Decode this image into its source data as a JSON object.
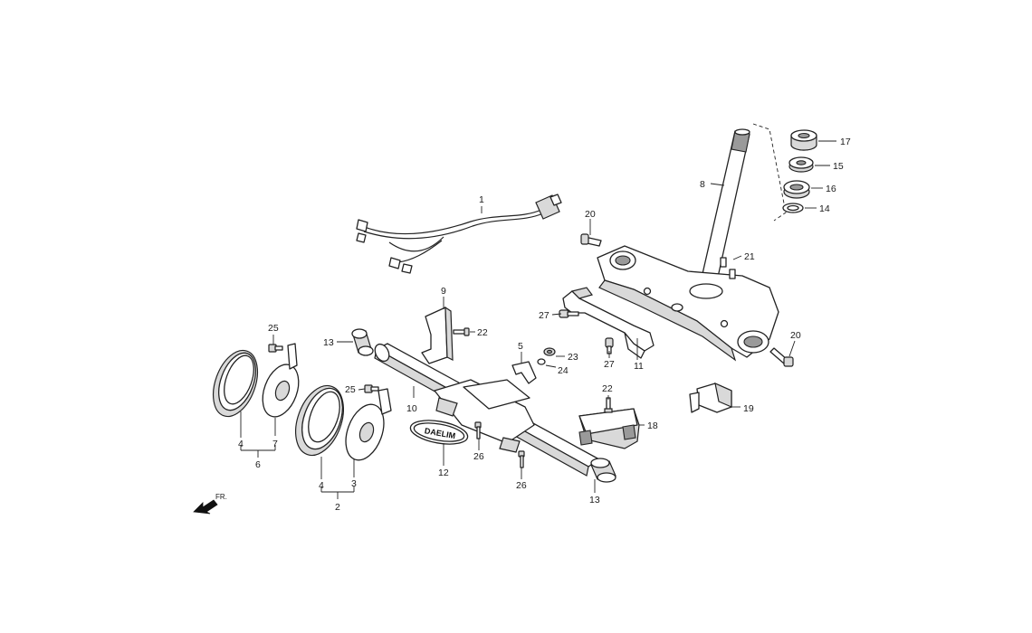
{
  "diagram": {
    "callouts": {
      "c1": "1",
      "c2": "2",
      "c3": "3",
      "c4a": "4",
      "c4b": "4",
      "c5": "5",
      "c6": "6",
      "c7": "7",
      "c8": "8",
      "c9": "9",
      "c10": "10",
      "c11": "11",
      "c12": "12",
      "c13a": "13",
      "c13b": "13",
      "c14": "14",
      "c15": "15",
      "c16": "16",
      "c17": "17",
      "c18": "18",
      "c19": "19",
      "c20a": "20",
      "c20b": "20",
      "c21": "21",
      "c22a": "22",
      "c22b": "22",
      "c23": "23",
      "c24": "24",
      "c25a": "25",
      "c25b": "25",
      "c26a": "26",
      "c26b": "26",
      "c27a": "27",
      "c27b": "27"
    },
    "front_marker": "FR.",
    "emblem_text": "DAELIM"
  }
}
